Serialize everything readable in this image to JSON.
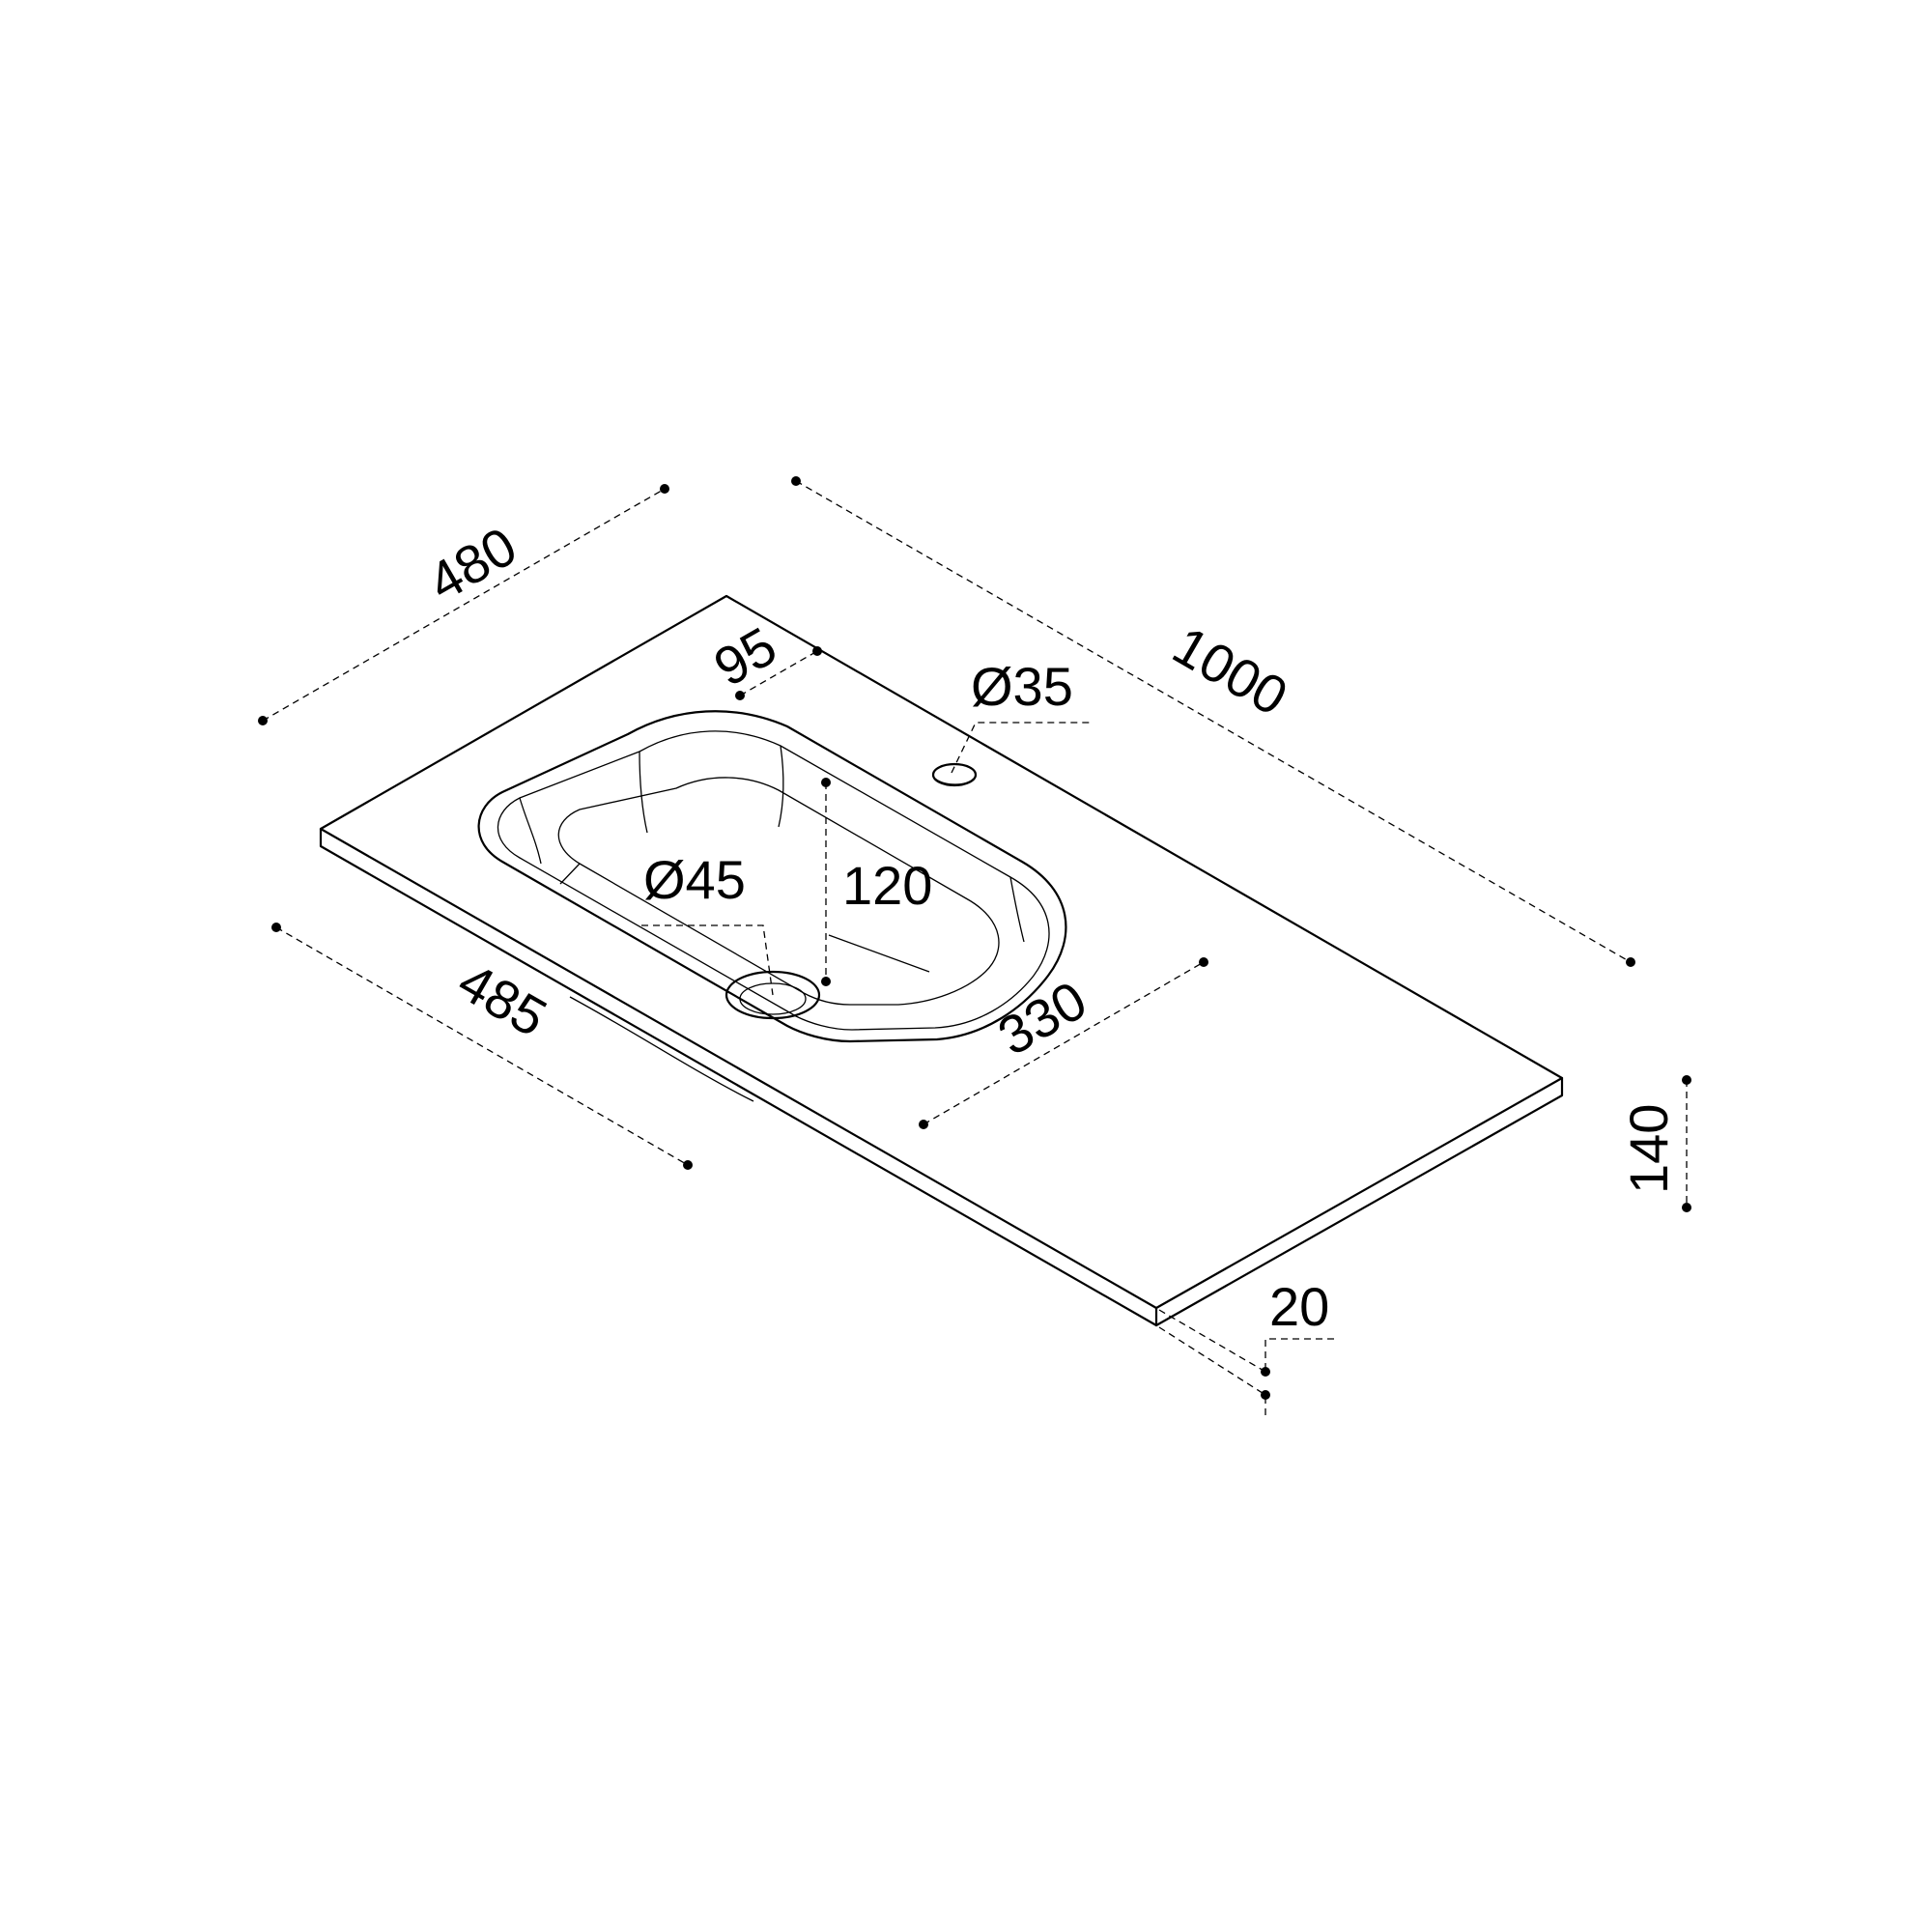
{
  "dimensions": {
    "depth": "480",
    "length": "1000",
    "tap_offset": "95",
    "tap_hole_diameter": "Ø35",
    "drain_diameter": "Ø45",
    "basin_depth": "120",
    "basin_width": "330",
    "basin_length": "485",
    "total_height": "140",
    "top_thickness": "20"
  },
  "colors": {
    "line": "#000000",
    "background": "#ffffff"
  }
}
